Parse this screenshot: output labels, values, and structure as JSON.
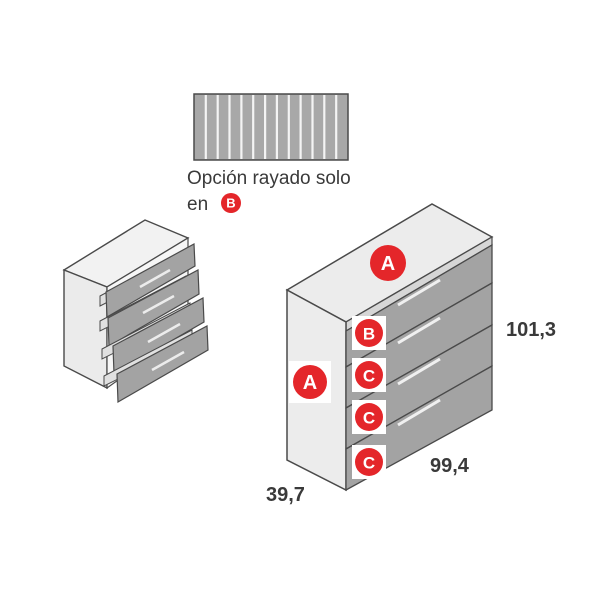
{
  "note": {
    "line1": "Opción rayado solo",
    "line2": "en",
    "badge": "B"
  },
  "badges": {
    "top": "A",
    "side": "A",
    "drawer1": "B",
    "drawer2": "C",
    "drawer3": "C",
    "drawer4": "C"
  },
  "dimensions": {
    "height": "101,3",
    "width": "99,4",
    "depth": "39,7"
  },
  "colors": {
    "badge": "#e4262a",
    "drawer_front": "#a3a3a3",
    "carcass": "#ebebeb",
    "outline": "#4a4a4a"
  }
}
